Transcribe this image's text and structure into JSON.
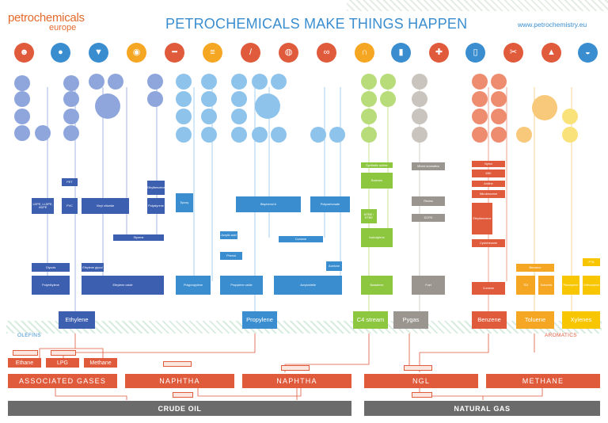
{
  "header": {
    "logo_line1": "petrochemicals",
    "logo_line2": "europe",
    "title": "PETROCHEMICALS MAKE THINGS HAPPEN",
    "website": "www.petrochemistry.eu"
  },
  "icons": [
    {
      "name": "worker-icon",
      "glyph": "☻",
      "color": "#e05a3c"
    },
    {
      "name": "balloons-icon",
      "glyph": "●",
      "color": "#3a8ed0"
    },
    {
      "name": "tshirt-icon",
      "glyph": "▼",
      "color": "#3a8ed0"
    },
    {
      "name": "ball-icon",
      "glyph": "◉",
      "color": "#f5a623"
    },
    {
      "name": "pipe-icon",
      "glyph": "━",
      "color": "#e05a3c"
    },
    {
      "name": "insulation-icon",
      "glyph": "≡",
      "color": "#f5a623"
    },
    {
      "name": "screwdriver-icon",
      "glyph": "/",
      "color": "#e05a3c"
    },
    {
      "name": "lollipop-icon",
      "glyph": "◍",
      "color": "#e05a3c"
    },
    {
      "name": "bicycle-icon",
      "glyph": "∞",
      "color": "#e05a3c"
    },
    {
      "name": "headphones-icon",
      "glyph": "∩",
      "color": "#f5a623"
    },
    {
      "name": "battery-icon",
      "glyph": "▮",
      "color": "#3a8ed0"
    },
    {
      "name": "gamepad-icon",
      "glyph": "✚",
      "color": "#e05a3c"
    },
    {
      "name": "phone-icon",
      "glyph": "▯",
      "color": "#3a8ed0"
    },
    {
      "name": "tools-icon",
      "glyph": "✂",
      "color": "#e05a3c"
    },
    {
      "name": "cupcake-icon",
      "glyph": "▲",
      "color": "#e05a3c"
    },
    {
      "name": "pot-icon",
      "glyph": "◒",
      "color": "#3a8ed0"
    }
  ],
  "colors": {
    "ethylene": "#3d5fb0",
    "ethylene_light": "#8fa6dc",
    "propylene": "#3a8ed0",
    "propylene_light": "#8ec4ec",
    "c4": "#8dc63f",
    "c4_light": "#b8dc7a",
    "pygas": "#9a958f",
    "pygas_light": "#c9c4bd",
    "benzene": "#e05a3c",
    "benzene_light": "#ee8c70",
    "toluene": "#f5a623",
    "toluene_light": "#f8c97a",
    "xylenes": "#f7c600",
    "xylenes_light": "#fae27a",
    "feed": "#e05a3c",
    "source": "#6b6b6b"
  },
  "basics": {
    "ethylene": "Ethylene",
    "propylene": "Propylene",
    "c4": "C4 stream",
    "pygas": "Pygas",
    "benzene": "Benzene",
    "toluene": "Toluene",
    "xylenes": "Xylenes"
  },
  "bands": {
    "olefins": "OLEFINS",
    "aromatics": "AROMATICS"
  },
  "feedstocks": {
    "ethane": "Ethane",
    "lpg": "LPG",
    "methane": "Methane"
  },
  "supply": {
    "associated_gases": "ASSOCIATED GASES",
    "naphtha_1": "NAPHTHA",
    "naphtha_2": "NAPHTHA",
    "ngl": "NGL",
    "methane": "METHANE"
  },
  "sources": {
    "crude_oil": "CRUDE OIL",
    "natural_gas": "NATURAL GAS"
  },
  "ethylene_column": {
    "polyethylene": "Polyethylene",
    "ethylene_oxide": "Ethylene oxide",
    "vinyl_chloride": "Vinyl chloride",
    "ethylbenzene": "Ethylbenzene",
    "styrene": "Styrene",
    "ethylene_glycol": "Ethylene glycol",
    "glycols": "Glycols",
    "ldpe_lldpe_hdpe": "LDPE, LLDPE, HDPE",
    "pvc": "PVC",
    "polystyrene": "Polystyrene",
    "pet": "PET"
  },
  "propylene_column": {
    "polypropylene": "Polypropylene",
    "propylene_oxide": "Propylene oxide",
    "acrylonitrile": "Acrylonitrile",
    "cumene": "Cumene",
    "acrylic_acid": "Acrylic acid",
    "phenol": "Phenol",
    "acetone": "Acetone",
    "bisphenol_a": "Bisphenol A",
    "polycarbonate": "Polycarbonate",
    "epoxy": "Epoxy"
  },
  "c4_column": {
    "butadiene": "Butadiene",
    "isobutylene": "Isobutylene",
    "mtbe_etbe": "MTBE / ETBE",
    "butenes": "Butenes",
    "synthetic_rubber": "Synthetic rubber"
  },
  "pygas_column": {
    "fuel": "Fuel",
    "dcpd": "DCPD",
    "resins": "Resins",
    "mixed_aromatics": "Mixed aromatics"
  },
  "benzene_column": {
    "cumene": "Cumene",
    "cyclohexane": "Cyclohexane",
    "nitrobenzene": "Nitrobenzene",
    "aniline": "Aniline",
    "mdi": "MDI",
    "nylon": "Nylon",
    "ethylbenzene": "Ethylbenzene"
  },
  "toluene_column": {
    "tdi": "TDI",
    "solvents": "Solvents",
    "benzene": "Benzene"
  },
  "xylenes_column": {
    "paraxylene": "Paraxylene",
    "pta": "PTA",
    "orthoxylene": "Orthoxylene"
  }
}
